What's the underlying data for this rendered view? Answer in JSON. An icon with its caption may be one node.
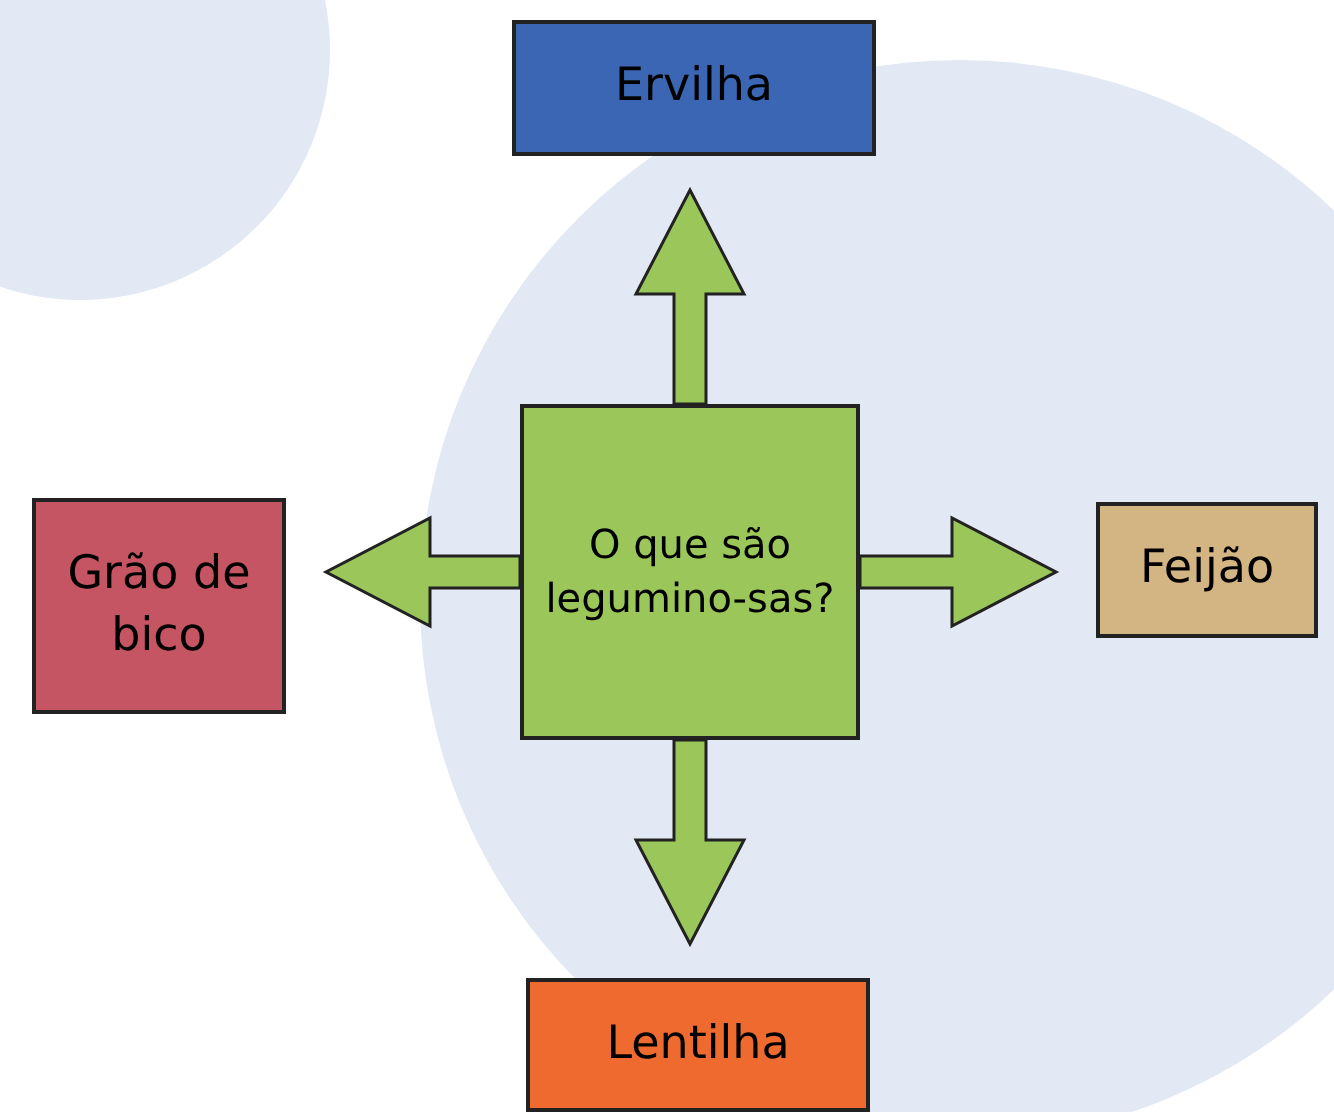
{
  "diagram": {
    "nodes": [
      {
        "text": [
          "O que são legumino-sas?"
        ]
      },
      {
        "text": [
          "Ervilha"
        ]
      },
      {
        "text": [
          "Grão de bico"
        ]
      },
      {
        "text": [
          "Feijão"
        ]
      },
      {
        "text": [
          "Lentilha"
        ]
      }
    ],
    "edges": [
      {
        "from": 0,
        "to": 1,
        "arrow": "to"
      },
      {
        "from": 0,
        "to": 2,
        "arrow": "to"
      },
      {
        "from": 0,
        "to": 3,
        "arrow": "to"
      },
      {
        "from": 0,
        "to": 4,
        "arrow": "to"
      }
    ]
  }
}
